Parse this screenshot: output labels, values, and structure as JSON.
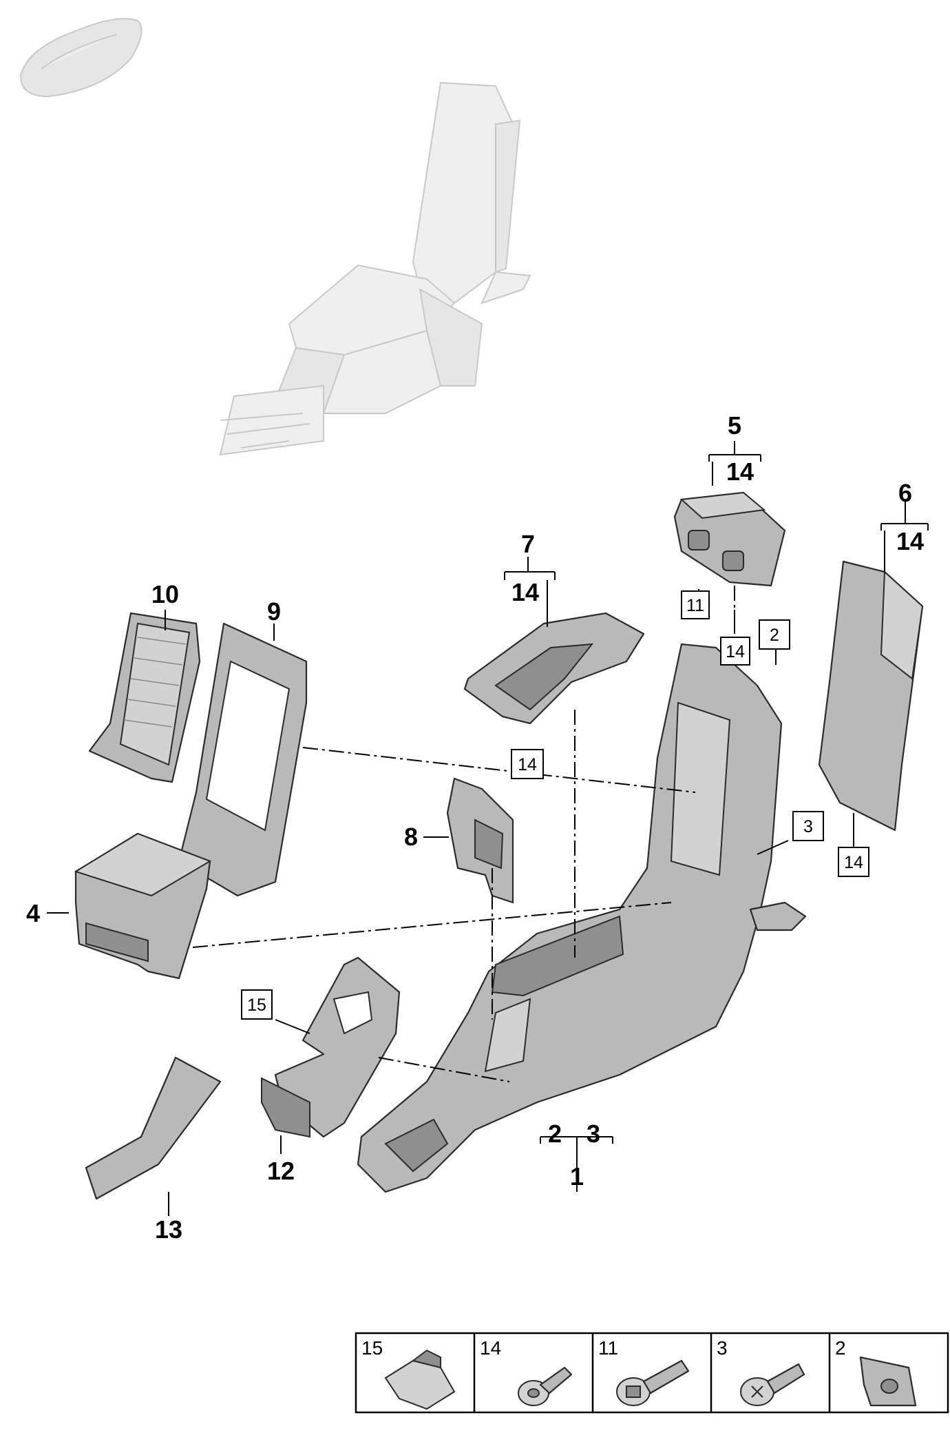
{
  "callouts": {
    "c1": "1",
    "c2": "2",
    "c3": "3",
    "c4": "4",
    "c5": "5",
    "c6": "6",
    "c7": "7",
    "c8": "8",
    "c9": "9",
    "c10": "10",
    "c12": "12",
    "c13": "13",
    "c5_sub": "14",
    "c6_sub": "14",
    "c7_sub": "14"
  },
  "boxed_refs": {
    "b11": "11",
    "b2": "2",
    "b3": "3",
    "b14_a": "14",
    "b14_b": "14",
    "b14_c": "14",
    "b15": "15"
  },
  "legend": [
    "15",
    "14",
    "11",
    "3",
    "2"
  ],
  "colors": {
    "part_fill": "#b9b9b9",
    "ghost_fill": "#efefef",
    "outline": "#2a2a2a"
  }
}
